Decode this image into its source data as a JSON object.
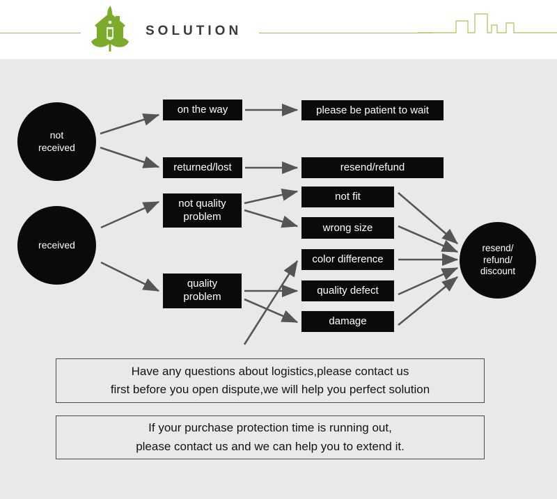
{
  "header": {
    "title": "SOLUTION",
    "logo_icon": "eco-house-leaf-logo",
    "skyline_icon": "city-skyline-line-icon",
    "accent_color": "#a9bc5c",
    "logo_color": "#7cab2b",
    "title_color": "#3a3a3a"
  },
  "flow": {
    "background_color": "#e9e9e9",
    "node_fill": "#0a0a0a",
    "node_text_color": "#ffffff",
    "arrow_color": "#555555",
    "nodes": {
      "not_received": "not received",
      "received": "received",
      "on_the_way": "on the way",
      "returned_lost": "returned/lost",
      "please_be_patient": "please be patient to wait",
      "resend_refund": "resend/refund",
      "not_quality_problem": "not quality problem",
      "quality_problem": "quality problem",
      "not_fit": "not fit",
      "wrong_size": "wrong size",
      "color_difference": "color difference",
      "quality_defect": "quality defect",
      "damage": "damage",
      "resend_refund_discount": "resend/ refund/ discount"
    },
    "node_lines": {
      "not_received": [
        "not",
        "received"
      ],
      "not_quality_problem": [
        "not quality",
        "problem"
      ],
      "quality_problem": [
        "quality",
        "problem"
      ],
      "resend_refund_discount": [
        "resend/",
        "refund/",
        "discount"
      ]
    }
  },
  "notes": [
    {
      "id": "logistics-note",
      "lines": [
        "Have any questions about logistics,please contact us",
        "first before you open dispute,we will help you perfect solution"
      ]
    },
    {
      "id": "purchase-protection-note",
      "lines": [
        "If your purchase protection time is running out,",
        "please contact us and we can help you to extend it."
      ]
    }
  ]
}
